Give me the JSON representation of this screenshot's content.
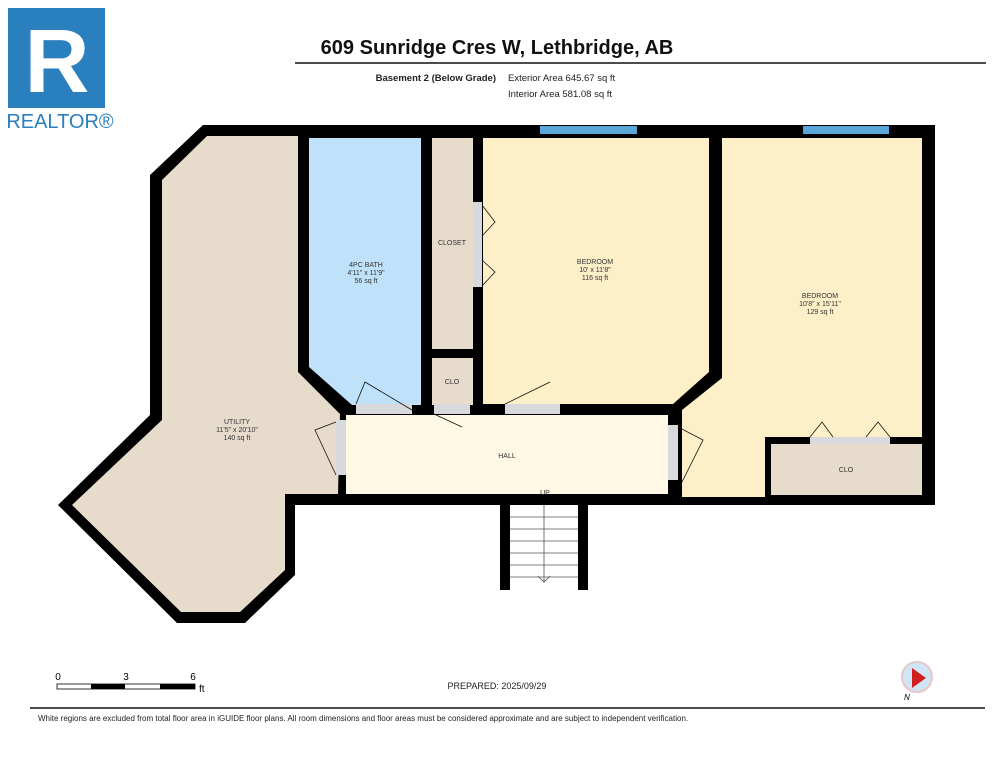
{
  "logo": {
    "text": "REALTOR®",
    "letter": "R",
    "color": "#2a7fbf"
  },
  "header": {
    "title": "609 Sunridge Cres W, Lethbridge, AB",
    "level": "Basement 2 (Below Grade)",
    "exterior_area": "Exterior Area 645.67 sq ft",
    "interior_area": "Interior Area 581.08 sq ft"
  },
  "rooms": [
    {
      "name": "UTILITY",
      "dims": "11'5\" x 20'10\"",
      "area": "140 sq ft",
      "color": "#e7dccb"
    },
    {
      "name": "4PC BATH",
      "dims": "4'11\" x 11'9\"",
      "area": "56 sq ft",
      "color": "#bfe2fa"
    },
    {
      "name": "CLOSET",
      "color": "#e7dccb"
    },
    {
      "name": "CLO",
      "color": "#e7dccb"
    },
    {
      "name": "BEDROOM",
      "dims": "10' x 11'8\"",
      "area": "116 sq ft",
      "color": "#fdefc8"
    },
    {
      "name": "BEDROOM",
      "dims": "10'8\" x 15'11\"",
      "area": "129 sq ft",
      "color": "#fdefc8"
    },
    {
      "name": "CLO",
      "color": "#e7dccb"
    },
    {
      "name": "HALL",
      "color": "#fef8e4"
    }
  ],
  "stairs_label": "UP",
  "scale": {
    "ticks": [
      "0",
      "3",
      "6"
    ],
    "unit": "ft"
  },
  "prepared": "PREPARED: 2025/09/29",
  "compass": {
    "label": "N"
  },
  "disclaimer": "White regions are excluded from total floor area in iGUIDE floor plans. All room dimensions and floor areas must be considered approximate and are subject to independent verification."
}
